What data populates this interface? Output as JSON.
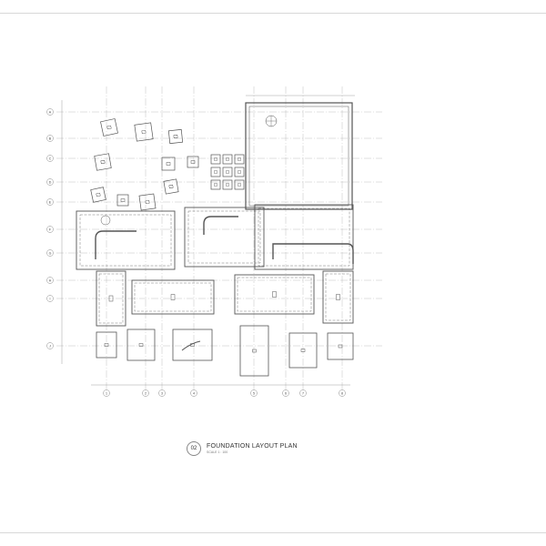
{
  "drawing": {
    "number": "02",
    "title": "FOUNDATION LAYOUT PLAN",
    "scale": "SCALE 1 : 100"
  },
  "grid": {
    "rows": [
      "A",
      "B",
      "C",
      "D",
      "E",
      "F",
      "G",
      "H",
      "I",
      "J"
    ],
    "columns": [
      "1",
      "2",
      "3",
      "4",
      "5",
      "6",
      "7",
      "8"
    ]
  },
  "colors": {
    "line": "#555555",
    "grid": "#b0b0b0",
    "border": "#d8d8d8"
  }
}
